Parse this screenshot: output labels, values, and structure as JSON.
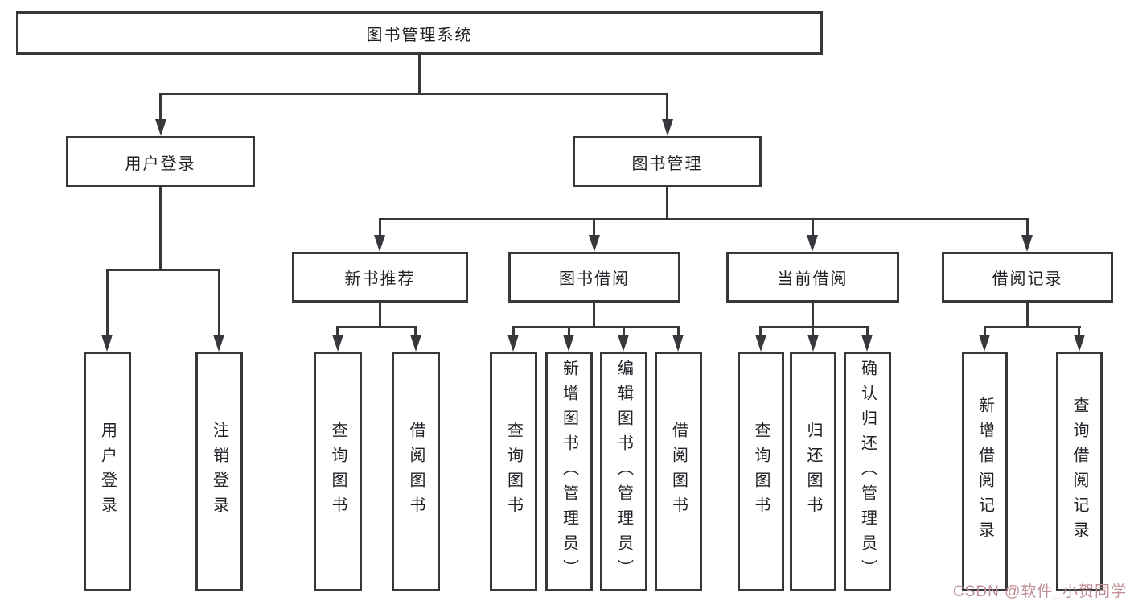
{
  "diagram": {
    "root": {
      "label": "图书管理系统"
    },
    "branches": [
      {
        "label": "用户登录",
        "children": [
          {
            "label": "用户登录"
          },
          {
            "label": "注销登录"
          }
        ]
      },
      {
        "label": "图书管理",
        "children": [
          {
            "label": "新书推荐",
            "children": [
              {
                "label": "查询图书"
              },
              {
                "label": "借阅图书"
              }
            ]
          },
          {
            "label": "图书借阅",
            "children": [
              {
                "label": "查询图书"
              },
              {
                "label": "新增图书（管理员）"
              },
              {
                "label": "编辑图书（管理员）"
              },
              {
                "label": "借阅图书"
              }
            ]
          },
          {
            "label": "当前借阅",
            "children": [
              {
                "label": "查询图书"
              },
              {
                "label": "归还图书"
              },
              {
                "label": "确认归还（管理员）"
              }
            ]
          },
          {
            "label": "借阅记录",
            "children": [
              {
                "label": "新增借阅记录"
              },
              {
                "label": "查询借阅记录"
              }
            ]
          }
        ]
      }
    ]
  },
  "watermark": {
    "text": "CSDN @软件_小贺同学",
    "color": "#c08f97"
  },
  "colors": {
    "line": "#36383b",
    "box_border": "#36383b",
    "text": "#1e2125",
    "background": "#ffffff"
  }
}
